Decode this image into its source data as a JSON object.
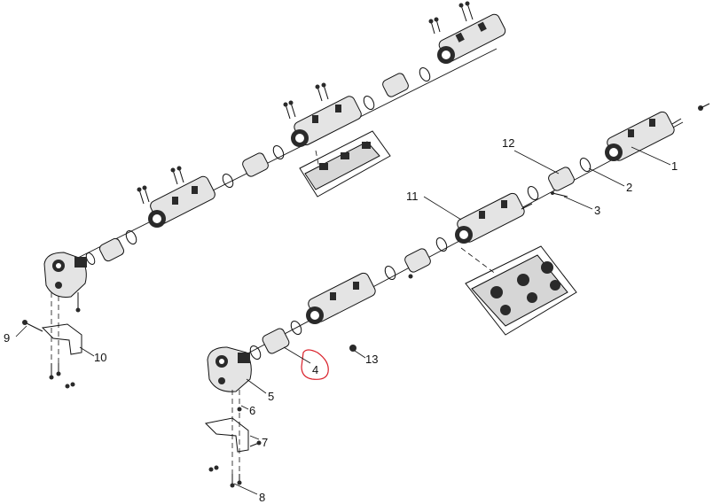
{
  "labels": {
    "l1": "1",
    "l2": "2",
    "l3": "3",
    "l4": "4",
    "l5": "5",
    "l6": "6",
    "l7": "7",
    "l8": "8",
    "l9": "9",
    "l10": "10",
    "l11": "11",
    "l12": "12",
    "l13": "13"
  },
  "colors": {
    "ink": "#111111",
    "part_fill": "#e4e4e4",
    "part_dark": "#2a2a2a",
    "highlight": "#d9202a"
  },
  "highlighted_callout": "4"
}
